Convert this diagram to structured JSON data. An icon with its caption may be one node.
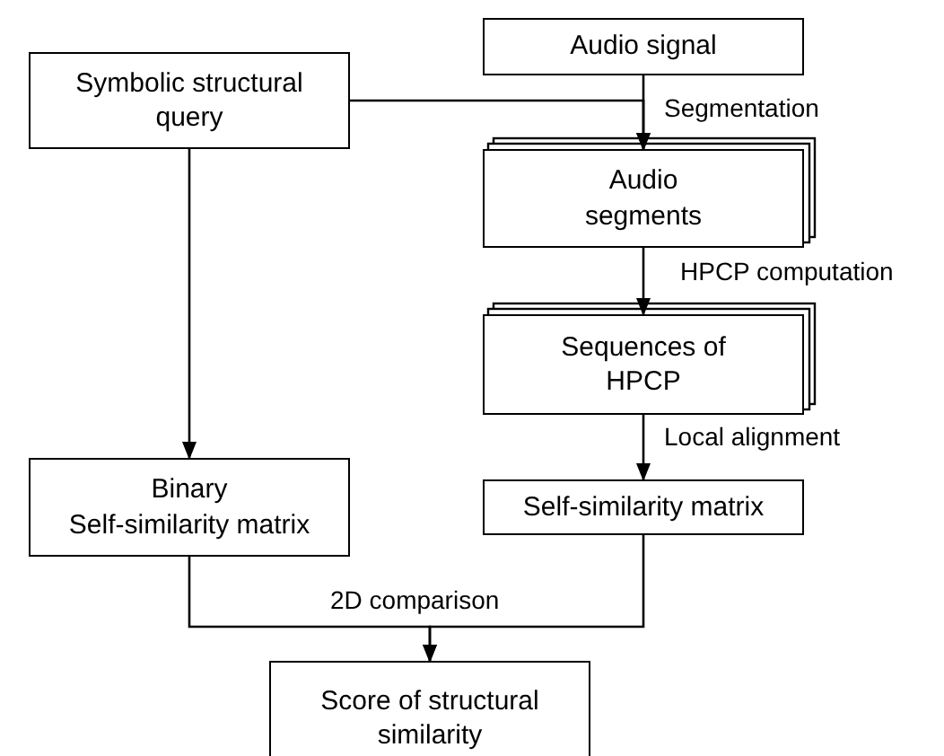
{
  "diagram": {
    "nodes": [
      {
        "text": [
          "Audio signal"
        ]
      },
      {
        "text": [
          "Symbolic structural query"
        ]
      },
      {
        "text": [
          "Audio segments"
        ]
      },
      {
        "text": [
          "Sequences of HPCP"
        ]
      },
      {
        "text": [
          "Binary",
          "Self-similarity matrix"
        ]
      },
      {
        "text": [
          "Self-similarity matrix"
        ]
      },
      {
        "text": [
          "Score of structural similarity"
        ]
      }
    ],
    "edges": [
      {
        "from": 0,
        "to": 2,
        "arrow": "to",
        "label": "Segmentation"
      },
      {
        "from": 1,
        "to": 2,
        "arrow": "to"
      },
      {
        "from": 2,
        "to": 3,
        "arrow": "to",
        "label": "HPCP computation"
      },
      {
        "from": 3,
        "to": 5,
        "arrow": "to",
        "label": "Local alignment"
      },
      {
        "from": 1,
        "to": 4,
        "arrow": "to"
      },
      {
        "from": 4,
        "to": 6,
        "arrow": "to",
        "label": "2D comparison"
      },
      {
        "from": 5,
        "to": 6,
        "arrow": "to"
      }
    ]
  }
}
